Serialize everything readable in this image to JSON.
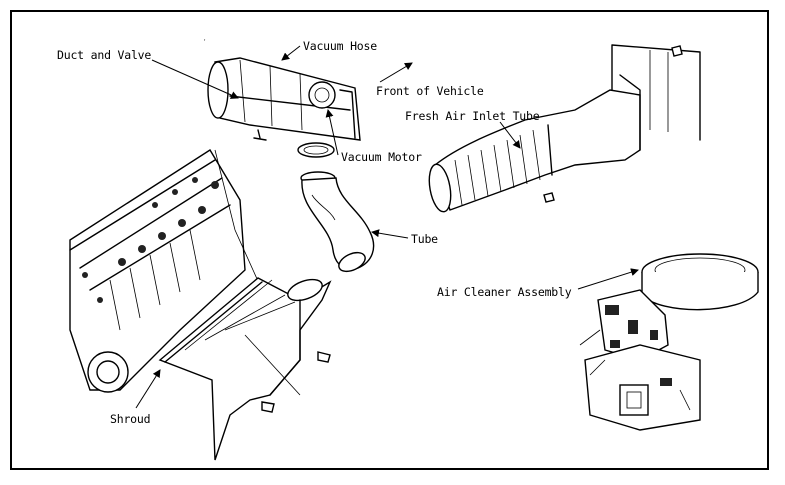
{
  "labels": {
    "duct_and_valve": "Duct and Valve",
    "vacuum_hose": "Vacuum Hose",
    "front_of_vehicle": "Front of Vehicle",
    "fresh_air_inlet_tube": "Fresh Air Inlet Tube",
    "vacuum_motor": "Vacuum Motor",
    "tube": "Tube",
    "air_cleaner_assembly": "Air Cleaner Assembly",
    "shroud": "Shroud"
  }
}
